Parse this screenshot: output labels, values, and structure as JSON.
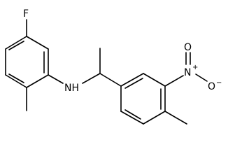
{
  "molecule": {
    "atoms": {
      "fluorine": "F",
      "amine": "NH",
      "nitro_nitrogen": "N",
      "nitro_plus": "+",
      "nitro_oxygen_top": "O",
      "nitro_oxygen_right": "O",
      "nitro_minus": "−"
    }
  }
}
